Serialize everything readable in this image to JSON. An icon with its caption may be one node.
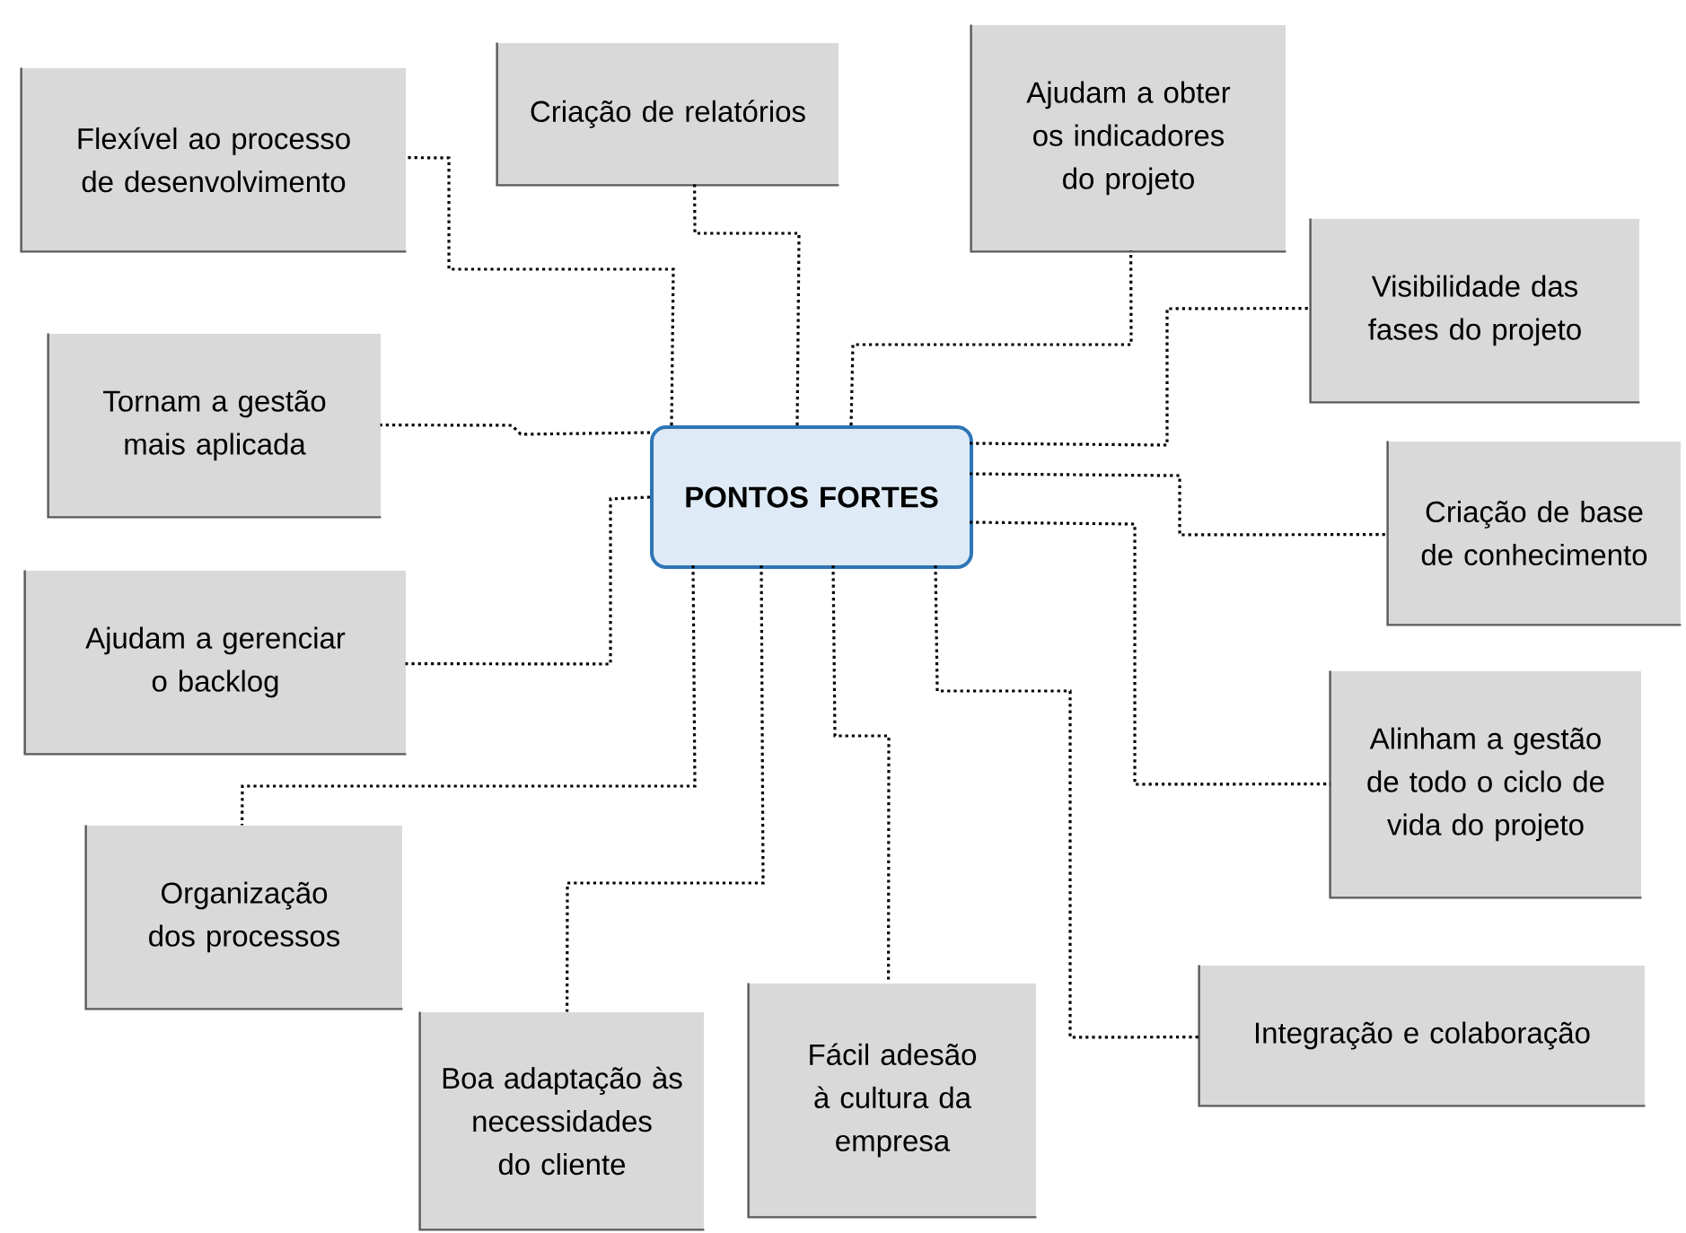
{
  "diagram": {
    "nodes": [
      {
        "text": [
          "PONTOS FORTES"
        ]
      },
      {
        "text": [
          "Flexível ao processo de desenvolvimento"
        ]
      },
      {
        "text": [
          "Criação de relatórios"
        ]
      },
      {
        "text": [
          "Ajudam a obter os indicadores do projeto"
        ]
      },
      {
        "text": [
          "Visibilidade das fases do projeto"
        ]
      },
      {
        "text": [
          "Tornam a gestão mais aplicada"
        ]
      },
      {
        "text": [
          "Criação de base de conhecimento"
        ]
      },
      {
        "text": [
          "Ajudam a gerenciar o backlog"
        ]
      },
      {
        "text": [
          "Alinham a gestão de todo o ciclo de vida do projeto"
        ]
      },
      {
        "text": [
          "Organização dos processos"
        ]
      },
      {
        "text": [
          "Integração e colaboração"
        ]
      },
      {
        "text": [
          "Boa adaptação às necessidades do cliente"
        ]
      },
      {
        "text": [
          "Fácil adesão à cultura da empresa"
        ]
      }
    ],
    "edges": [
      {
        "from": 0,
        "to": 1,
        "arrow": "none"
      },
      {
        "from": 0,
        "to": 2,
        "arrow": "none"
      },
      {
        "from": 0,
        "to": 3,
        "arrow": "none"
      },
      {
        "from": 0,
        "to": 4,
        "arrow": "none"
      },
      {
        "from": 0,
        "to": 5,
        "arrow": "none"
      },
      {
        "from": 0,
        "to": 6,
        "arrow": "none"
      },
      {
        "from": 0,
        "to": 7,
        "arrow": "none"
      },
      {
        "from": 0,
        "to": 8,
        "arrow": "none"
      },
      {
        "from": 0,
        "to": 9,
        "arrow": "none"
      },
      {
        "from": 0,
        "to": 10,
        "arrow": "none"
      },
      {
        "from": 0,
        "to": 11,
        "arrow": "none"
      },
      {
        "from": 0,
        "to": 12,
        "arrow": "none"
      }
    ]
  }
}
